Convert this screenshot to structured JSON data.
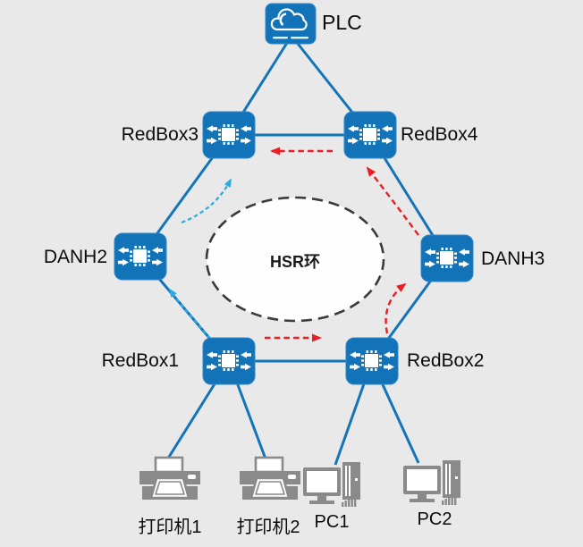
{
  "colors": {
    "background": "#e9e9e9",
    "node_blue": "#1373b9",
    "link_blue": "#1474b8",
    "arrow_red": "#ec1c24",
    "arrow_cyan": "#29abe2",
    "ring_border": "#3a3a3a",
    "device_gray": "#8a8a8a"
  },
  "ring": {
    "label": "HSR环"
  },
  "nodes": {
    "plc": {
      "label": "PLC"
    },
    "redbox3": {
      "label": "RedBox3"
    },
    "redbox4": {
      "label": "RedBox4"
    },
    "danh2": {
      "label": "DANH2"
    },
    "danh3": {
      "label": "DANH3"
    },
    "redbox1": {
      "label": "RedBox1"
    },
    "redbox2": {
      "label": "RedBox2"
    },
    "printer1": {
      "label": "打印机1"
    },
    "printer2": {
      "label": "打印机2"
    },
    "pc1": {
      "label": "PC1"
    },
    "pc2": {
      "label": "PC2"
    }
  }
}
